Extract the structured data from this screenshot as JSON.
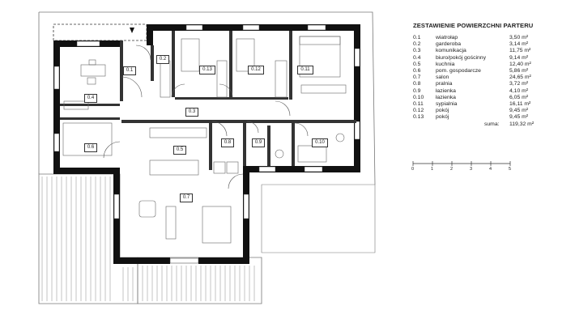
{
  "legend": {
    "title": "ZESTAWIENIE POWIERZCHNI PARTERU",
    "rooms": [
      {
        "no": "0.1",
        "name": "wiatrołap",
        "area": "3,50 m²"
      },
      {
        "no": "0.2",
        "name": "garderoba",
        "area": "3,14 m²"
      },
      {
        "no": "0.3",
        "name": "komunikacja",
        "area": "11,75 m²"
      },
      {
        "no": "0.4",
        "name": "biuro/pokój gościnny",
        "area": "9,14 m²"
      },
      {
        "no": "0.5",
        "name": "kuchnia",
        "area": "12,40 m²"
      },
      {
        "no": "0.6",
        "name": "pom. gospodarcze",
        "area": "5,86 m²"
      },
      {
        "no": "0.7",
        "name": "salon",
        "area": "24,65 m²"
      },
      {
        "no": "0.8",
        "name": "pralnia",
        "area": "3,72 m²"
      },
      {
        "no": "0.9",
        "name": "łazienka",
        "area": "4,10 m²"
      },
      {
        "no": "0.10",
        "name": "łazienka",
        "area": "6,05 m²"
      },
      {
        "no": "0.11",
        "name": "sypialnia",
        "area": "16,11 m²"
      },
      {
        "no": "0.12",
        "name": "pokój",
        "area": "9,45 m²"
      },
      {
        "no": "0.13",
        "name": "pokój",
        "area": "9,45 m²"
      }
    ],
    "sum_label": "suma:",
    "sum_value": "119,32 m²"
  },
  "scale": {
    "ticks": [
      "0",
      "1",
      "2",
      "3",
      "4",
      "5"
    ]
  },
  "plan_tags": {
    "r01": "0.1",
    "r02": "0.2",
    "r03": "0.3",
    "r04": "0.4",
    "r05": "0.5",
    "r06": "0.6",
    "r07": "0.7",
    "r08": "0.8",
    "r09": "0.9",
    "r010": "0.10",
    "r011": "0.11",
    "r012": "0.12",
    "r013": "0.13"
  }
}
